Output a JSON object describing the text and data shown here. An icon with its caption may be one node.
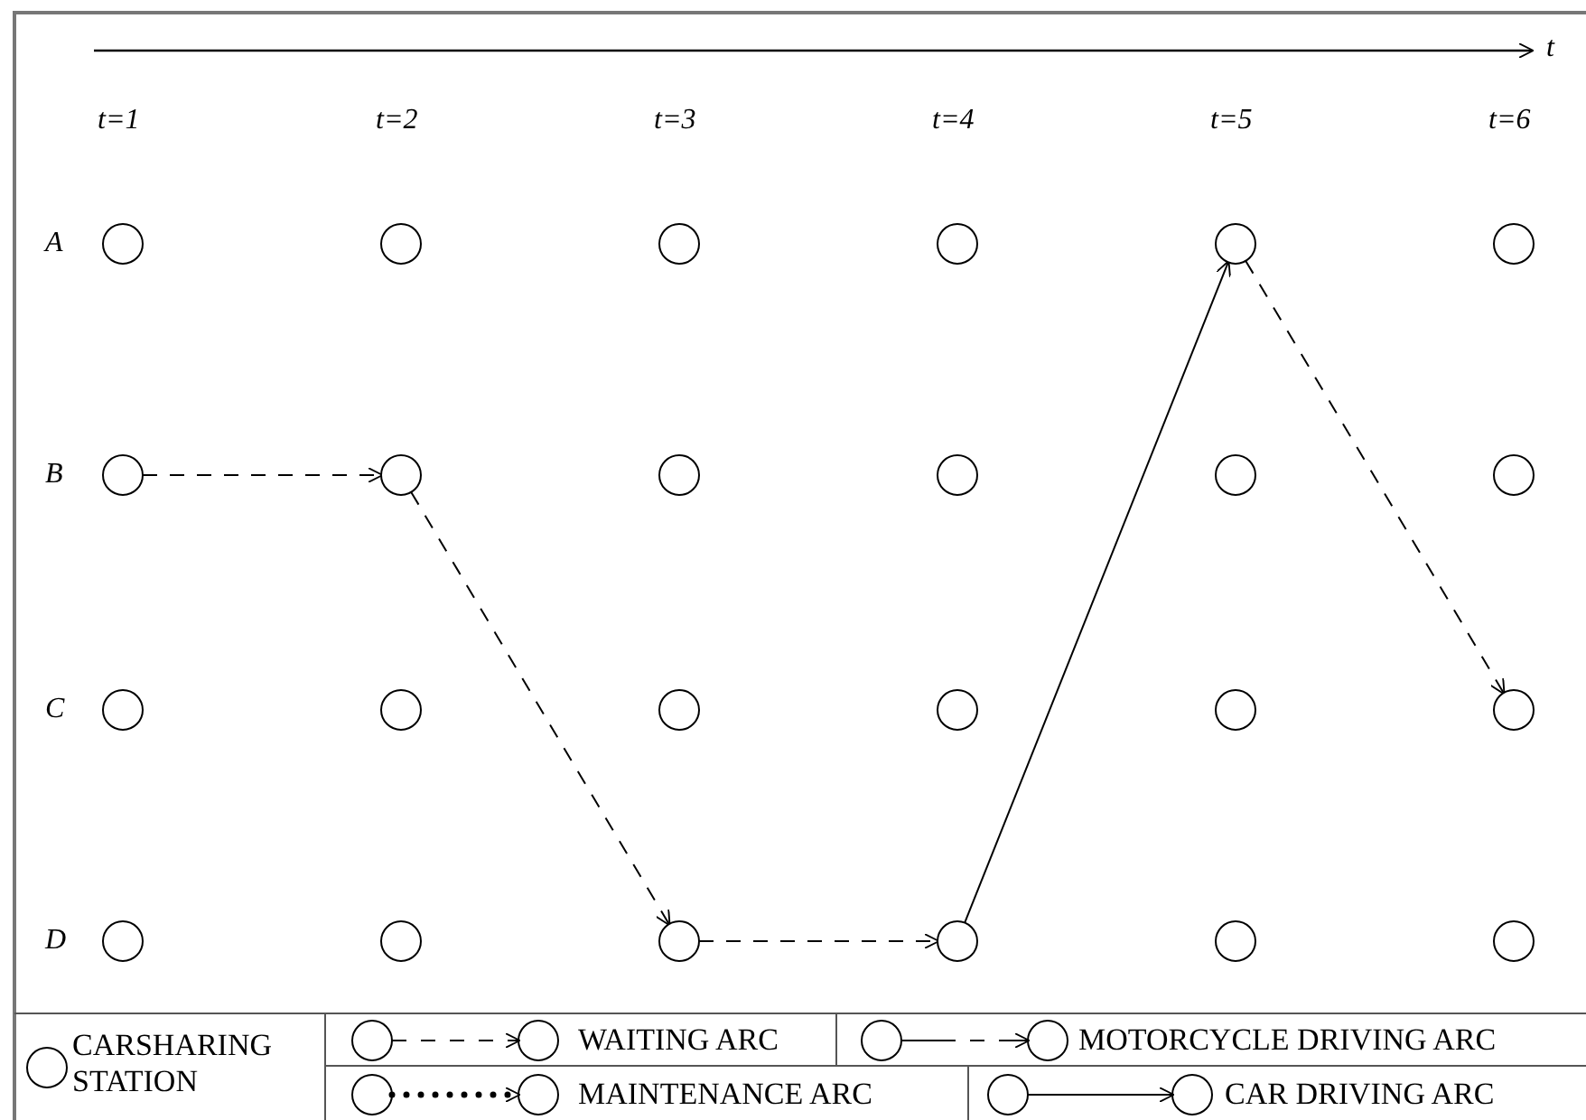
{
  "diagram": {
    "nodes": [
      {
        "text": [],
        "shape": "circle"
      },
      {
        "text": [],
        "shape": "circle"
      },
      {
        "text": [],
        "shape": "circle"
      },
      {
        "text": [],
        "shape": "circle"
      },
      {
        "text": [],
        "shape": "circle"
      },
      {
        "text": [],
        "shape": "circle"
      },
      {
        "text": [],
        "shape": "circle"
      },
      {
        "text": [],
        "shape": "circle"
      },
      {
        "text": [],
        "shape": "circle"
      },
      {
        "text": [],
        "shape": "circle"
      },
      {
        "text": [],
        "shape": "circle"
      },
      {
        "text": [],
        "shape": "circle"
      },
      {
        "text": [],
        "shape": "circle"
      },
      {
        "text": [],
        "shape": "circle"
      },
      {
        "text": [],
        "shape": "circle"
      },
      {
        "text": [],
        "shape": "circle"
      },
      {
        "text": [],
        "shape": "circle"
      },
      {
        "text": [],
        "shape": "circle"
      },
      {
        "text": [],
        "shape": "circle"
      },
      {
        "text": [],
        "shape": "circle"
      },
      {
        "text": [],
        "shape": "circle"
      },
      {
        "text": [],
        "shape": "circle"
      },
      {
        "text": [],
        "shape": "circle"
      },
      {
        "text": [],
        "shape": "circle"
      }
    ],
    "edges": [
      {
        "from": 6,
        "to": 7,
        "arrow": "to",
        "style": "dashed"
      },
      {
        "from": 7,
        "to": 20,
        "arrow": "to",
        "style": "dashed"
      },
      {
        "from": 20,
        "to": 21,
        "arrow": "to",
        "style": "dashed"
      },
      {
        "from": 21,
        "to": 4,
        "arrow": "to"
      },
      {
        "from": 4,
        "to": 17,
        "arrow": "to",
        "style": "dashed"
      }
    ],
    "labels": [
      "t",
      "t=1",
      "t=2",
      "t=3",
      "t=4",
      "t=5",
      "t=6",
      "A",
      "B",
      "C",
      "D"
    ],
    "legend": [
      {
        "text": "CARSHARING STATION"
      },
      {
        "text": "WAITING ARC"
      },
      {
        "text": "MOTORCYCLE DRIVING ARC"
      },
      {
        "text": "MAINTENANCE ARC"
      },
      {
        "text": "CAR DRIVING ARC"
      }
    ]
  }
}
